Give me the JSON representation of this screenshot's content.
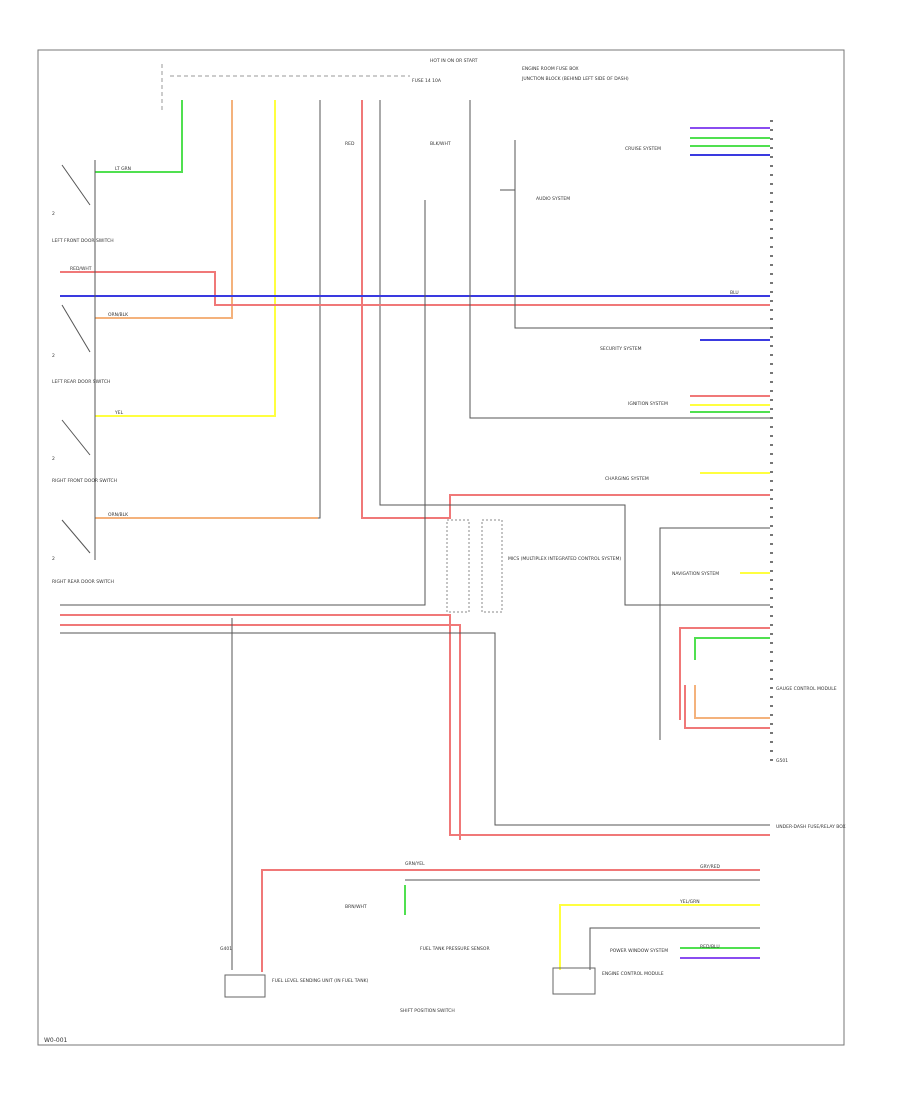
{
  "page_code": "W0-001",
  "top": {
    "hot": "HOT IN ON OR START",
    "fuse_box": "ENGINE ROOM FUSE BOX",
    "fuse": "FUSE 14 10A",
    "junction": "JUNCTION BLOCK (BEHIND LEFT SIDE OF DASH)"
  },
  "colors": {
    "green": "#50e050",
    "orange": "#f4b27c",
    "yellow": "#ffff40",
    "red": "#f07878",
    "blue": "#3a3ae0",
    "violet": "#8a4cf0",
    "grey": "#555555"
  },
  "wire_labels": {
    "lt_grn": "LT GRN",
    "orn_blk": "ORN/BLK",
    "yel": "YEL",
    "red": "RED",
    "blu": "BLU",
    "blk_wht": "BLK/WHT",
    "red_wht": "RED/WHT",
    "grn_yel": "GRN/YEL",
    "brn_wht": "BRN/WHT",
    "yel_grn": "YEL/GRN",
    "gry_red": "GRY/RED",
    "red_blu": "RED/BLU"
  },
  "switches": [
    {
      "label": "LEFT FRONT DOOR SWITCH",
      "num": "2"
    },
    {
      "label": "LEFT REAR DOOR SWITCH",
      "num": "2"
    },
    {
      "label": "RIGHT FRONT DOOR SWITCH",
      "num": "2"
    },
    {
      "label": "RIGHT REAR DOOR SWITCH",
      "num": "2"
    }
  ],
  "ground": "G401",
  "components": {
    "mics": "MICS (MULTIPLEX INTEGRATED CONTROL SYSTEM)",
    "gauge": "GAUGE CONTROL MODULE",
    "fuel_sender": "FUEL LEVEL SENDING UNIT (IN FUEL TANK)",
    "fuel_tank_sensor": "FUEL TANK PRESSURE SENSOR",
    "shift_lever": "SHIFT POSITION SWITCH",
    "ecm": "ENGINE CONTROL MODULE",
    "under_dash": "UNDER-DASH FUSE/RELAY BOX",
    "ground_right": "G501"
  },
  "systems": [
    "CRUISE SYSTEM",
    "SECURITY SYSTEM",
    "IGNITION SYSTEM",
    "CHARGING SYSTEM",
    "NAVIGATION SYSTEM",
    "AUDIO SYSTEM",
    "POWER WINDOW SYSTEM"
  ]
}
